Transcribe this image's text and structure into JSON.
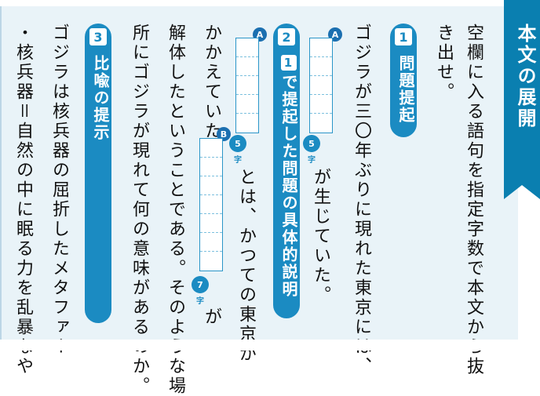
{
  "title": "本文の展開",
  "instruction": {
    "line1": "空欄に入る語句を指定字数で本文から抜",
    "line2": "き出せ。"
  },
  "sections": [
    {
      "num": "1",
      "label": "問題提起"
    },
    {
      "num": "1",
      "label": "で提起した問題の具体的説明"
    },
    {
      "num": "3",
      "label": "比喩の提示"
    }
  ],
  "section2_num_prefix": "2",
  "body": {
    "col1_pre": "ゴジラが三〇年ぶりに現れた東京には、",
    "col2_post": "が生じていた。",
    "col3_post": "とは、かつての東京が",
    "col4_pre": "かかえていた",
    "col4_post": "が",
    "col5": "解体したということである。そのような場",
    "col6": "所にゴジラが現れて何の意味があるのか。",
    "col7": "ゴジラは核兵器の屈折したメタファー",
    "col8": "・核兵器＝自然の中に眠る力を乱暴なや"
  },
  "blanks": [
    {
      "marker": "A",
      "count": "5",
      "unit": "字"
    },
    {
      "marker": "A",
      "count": "5",
      "unit": "字"
    },
    {
      "marker": "B",
      "count": "7",
      "unit": "字"
    }
  ],
  "colors": {
    "accent": "#0a7fb0",
    "pill": "#1b8bc2",
    "panel_bg": "#e9f3f8"
  }
}
